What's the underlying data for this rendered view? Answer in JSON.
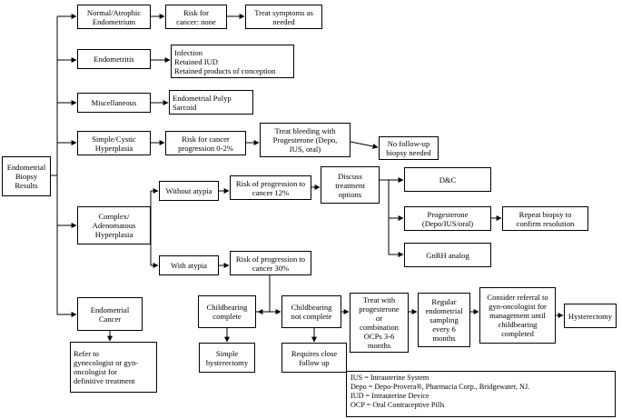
{
  "boxes": {
    "root": "Endometrial\nBiopsy\nResults",
    "normal": "Normal/Atrophic\nEndometrium",
    "normal_risk": "Risk for\ncancer: none",
    "normal_treat": "Treat symptoms as\nneeded",
    "endometritis": "Endometritis",
    "endometritis_detail": "Infection\nRetained IUD\nRetained products of conception",
    "misc": "Miscellaneous",
    "misc_detail": "Endometrial Polyp\nSarcoid",
    "simple": "Simple/Cystic\nHyperplasia",
    "simple_risk": "Risk for cancer\nprogression 0-2%",
    "simple_treat": "Treat  bleeding with\nProgesterone (Depo,\nIUS, oral)",
    "simple_follow": "No follow-up\nbiopsy needed",
    "complex": "Complex/\nAdenomatous\nHyperplasia",
    "without_atypia": "Without atypia",
    "risk12": "Risk of progression to\ncancer 12%",
    "discuss": "Discuss\ntreatment\noptions",
    "dc": "D&C",
    "progesterone": "Progesterone\n(Depo/IUS/oral)",
    "repeat": "Repeat biopsy to\nconfirm resolution",
    "gnrh": "GnRH analog",
    "with_atypia": "With atypia",
    "risk30": "Risk of progression to\ncancer 30%",
    "cb_complete": "Childbearing\ncomplete",
    "cb_not": "Childbearing\nnot complete",
    "treat_prog": "Treat with\nprogesterone\nor\ncombination\nOCPs 3-6\nmonths",
    "regular": "Regular\nendometrial\nsampling\nevery 6\nmonths",
    "consider": "Consider referral to\ngyn-oncologist for\nmanagement until\nchildbearing\ncompleted",
    "hysterectomy": "Hysterectomy",
    "simple_hyst": "Simple\nhysterectomy",
    "close": "Requires close\nfollow up",
    "cancer": "Endometrial\nCancer",
    "refer": "Refer to\ngynecologist or gyn-\noncologist for\ndefinitive treatment"
  },
  "legend": [
    "IUS = Intrauterine System",
    "Depo = Depo-Provera®, Pharmacia Corp., Bridgewater, NJ.",
    "IUD = Intrauterine Device",
    "OCP = Oral Contraceptive Pills"
  ]
}
